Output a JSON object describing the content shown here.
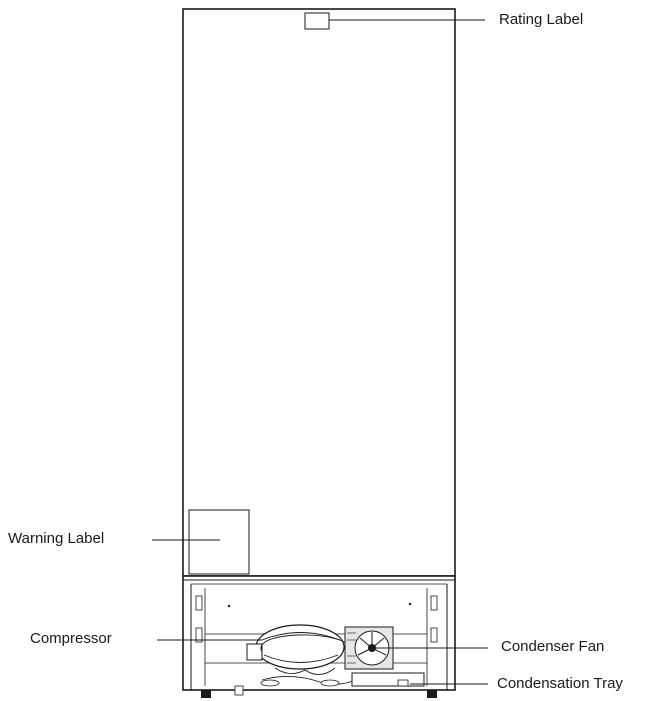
{
  "diagram": {
    "callouts": {
      "rating_label": "Rating Label",
      "warning_label": "Warning Label",
      "compressor": "Compressor",
      "condenser_fan": "Condenser Fan",
      "condensation_tray": "Condensation Tray"
    },
    "colors": {
      "line": "#1a1a1a",
      "background": "#ffffff",
      "shading": "#cfcfcf"
    }
  }
}
